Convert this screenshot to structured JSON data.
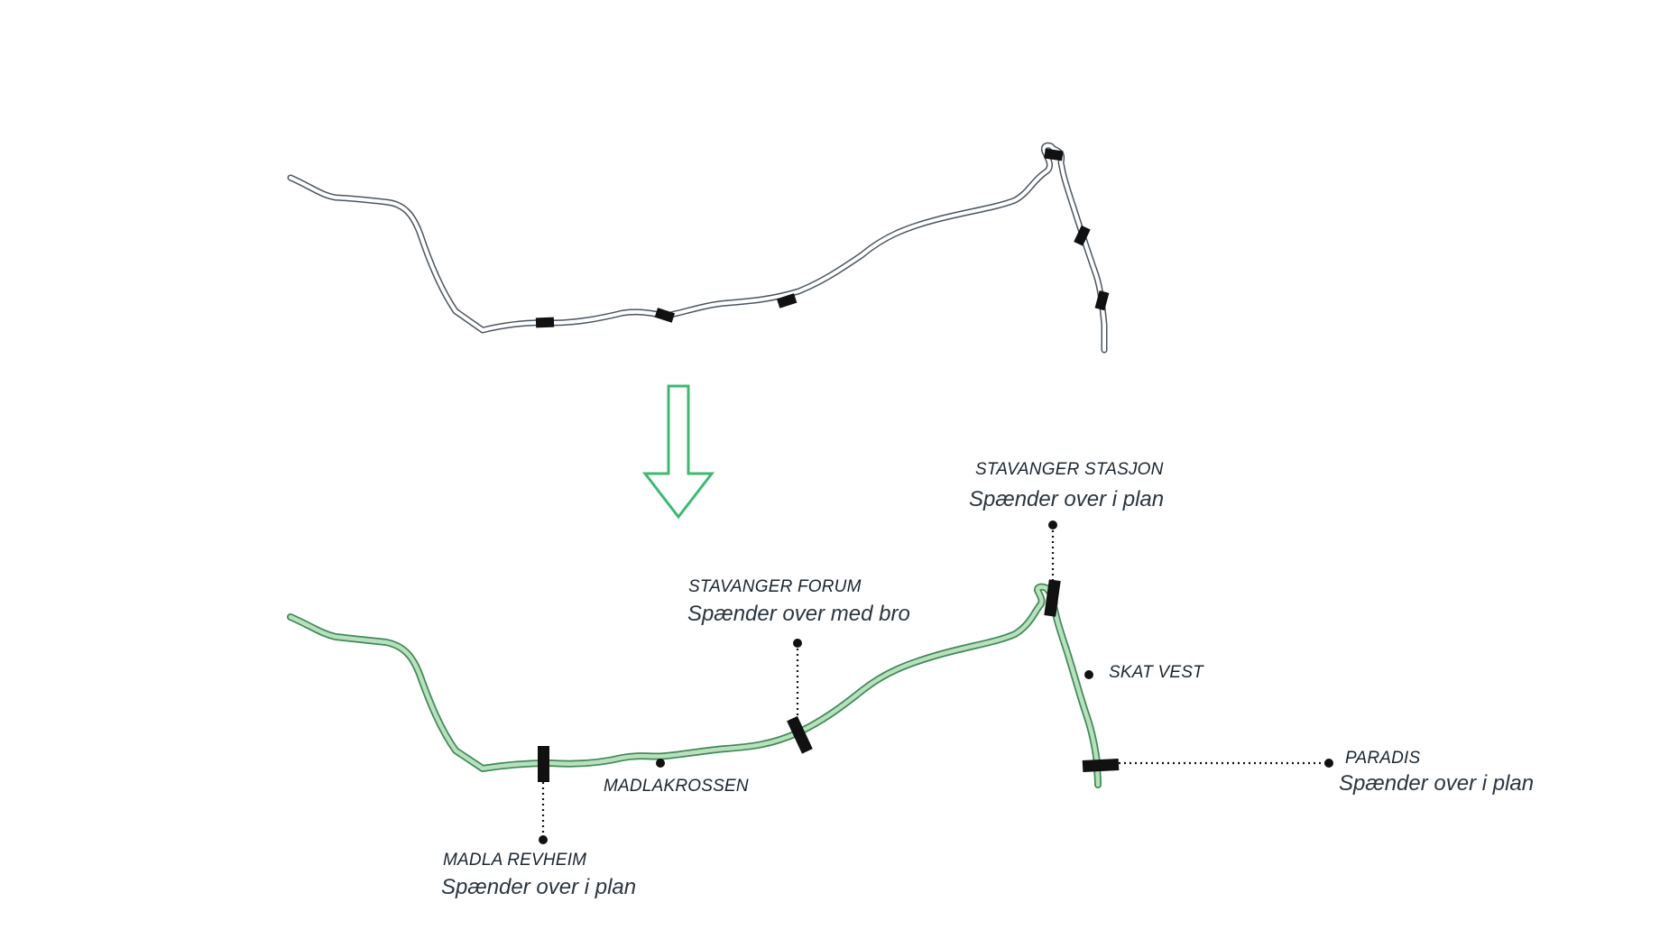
{
  "labels": {
    "madla_revheim": {
      "title": "MADLA REVHEIM",
      "subtitle": "Spænder over i plan"
    },
    "madlakrossen": {
      "title": "MADLAKROSSEN"
    },
    "stavanger_forum": {
      "title": "STAVANGER FORUM",
      "subtitle": "Spænder over med bro"
    },
    "stavanger_stasjon": {
      "title": "STAVANGER STASJON",
      "subtitle": "Spænder over i plan"
    },
    "skat_vest": {
      "title": "SKAT VEST"
    },
    "paradis": {
      "title": "PARADIS",
      "subtitle": "Spænder over i plan"
    }
  },
  "colors": {
    "route_outline": "#4a5560",
    "route_fill": "#ffffff",
    "new_route_fill": "#b9e0bd",
    "new_route_line": "#3f8a58",
    "arrow": "#3dba6f",
    "crossing": "#111111"
  },
  "icons": {
    "transition": "down-arrow-icon"
  }
}
